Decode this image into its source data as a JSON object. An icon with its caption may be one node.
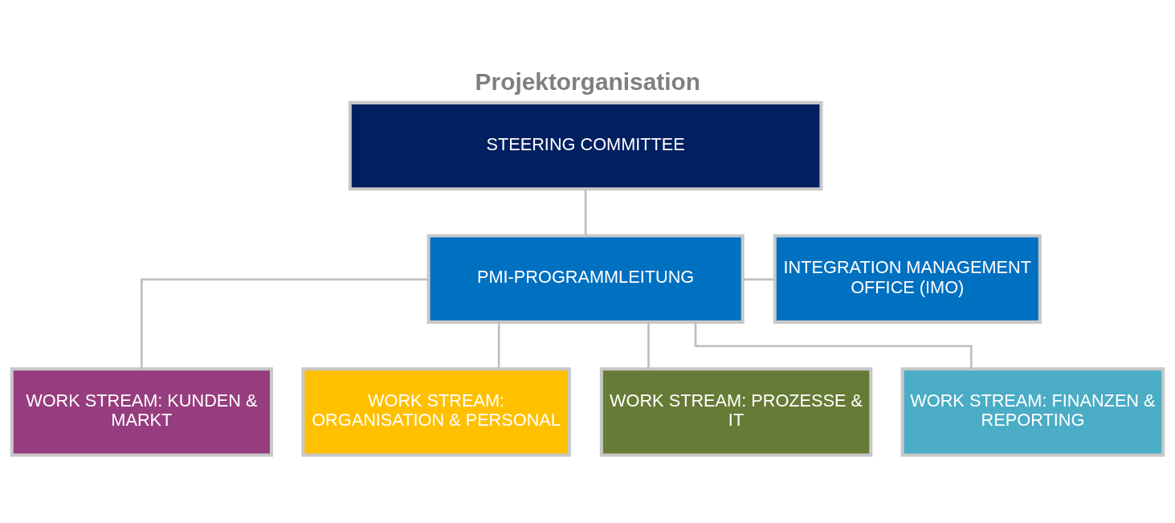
{
  "diagram": {
    "title": "Projektorganisation",
    "nodes": [
      {
        "text": [
          "STEERING COMMITTEE"
        ]
      },
      {
        "text": [
          "PMI-PROGRAMMLEITUNG"
        ]
      },
      {
        "text": [
          "INTEGRATION MANAGEMENT OFFICE (IMO)"
        ]
      },
      {
        "text": [
          "WORK STREAM: KUNDEN & MARKT"
        ]
      },
      {
        "text": [
          "WORK STREAM: ORGANISATION & PERSONAL"
        ]
      },
      {
        "text": [
          "WORK STREAM: PROZESSE & IT"
        ]
      },
      {
        "text": [
          "WORK STREAM: FINANZEN & REPORTING"
        ]
      }
    ],
    "edges": [
      {
        "from": 0,
        "to": 1,
        "arrow": "none"
      },
      {
        "from": 1,
        "to": 2,
        "arrow": "none"
      },
      {
        "from": 1,
        "to": 3,
        "arrow": "none"
      },
      {
        "from": 1,
        "to": 4,
        "arrow": "none"
      },
      {
        "from": 1,
        "to": 5,
        "arrow": "none"
      },
      {
        "from": 1,
        "to": 6,
        "arrow": "none"
      }
    ]
  }
}
